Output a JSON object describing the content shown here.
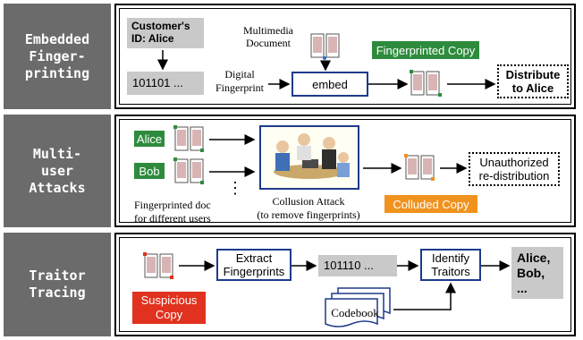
{
  "sections": {
    "embedding": {
      "label": "Embedded\nFinger-\nprinting",
      "customer_id": "Customer's\nID:  Alice",
      "bits": "101101 ...",
      "multimedia_document": "Multimedia\nDocument",
      "digital_fingerprint": "Digital\nFingerprint",
      "embed": "embed",
      "fingerprinted_copy": "Fingerprinted Copy",
      "distribute": "Distribute\nto Alice"
    },
    "attacks": {
      "label": "Multi-\nuser\nAttacks",
      "alice": "Alice",
      "bob": "Bob",
      "ellipsis": "⋮",
      "fingerprinted_doc": "Fingerprinted doc\nfor different users",
      "collusion_attack": "Collusion Attack\n(to remove fingerprints)",
      "colluded_copy": "Colluded Copy",
      "unauthorized": "Unauthorized\nre-distribution"
    },
    "tracing": {
      "label": "Traitor\nTracing",
      "suspicious_copy": "Suspicious\nCopy",
      "extract": "Extract\nFingerprints",
      "bits": "101110 ...",
      "identify": "Identify\nTraitors",
      "codebook": "Codebook",
      "result": "Alice,\nBob,\n..."
    }
  },
  "colors": {
    "label_bg": "#6b6b6b",
    "green": "#2e8b3d",
    "orange": "#f0921e",
    "red": "#e0321e",
    "arrow": "#000000",
    "box_border": "#1e3a8a"
  }
}
